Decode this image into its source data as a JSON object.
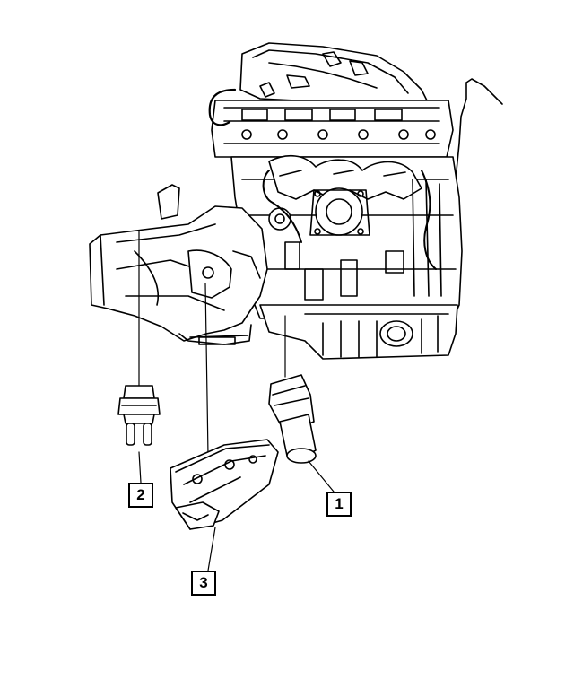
{
  "diagram": {
    "callouts": [
      {
        "label": "1"
      },
      {
        "label": "2"
      },
      {
        "label": "3"
      }
    ],
    "stroke_color": "#000000",
    "background_color": "#ffffff"
  }
}
